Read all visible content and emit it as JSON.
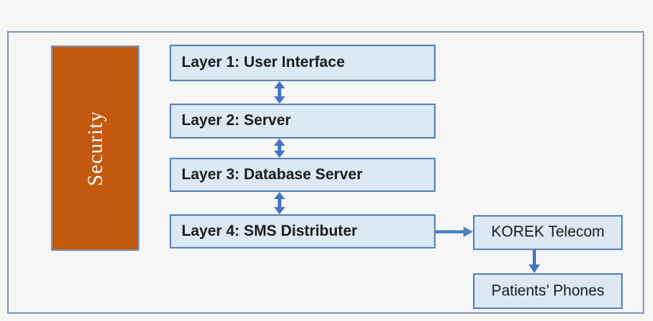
{
  "title": "Four-layer system architecture diagram with security layer",
  "colors": {
    "background": "#f5f5f3",
    "frame_border": "#87a0bb",
    "layer_box_fill": "#dce8f4",
    "layer_box_border": "#5e88b8",
    "security_fill": "#c2590f",
    "security_border": "#8096ad",
    "security_text": "#fdfdfd",
    "arrow_blue": "#4472c4",
    "arrow_light_blue": "#4e82c2",
    "text_dark": "#1b1b1b"
  },
  "security": {
    "label": "Security"
  },
  "layers": [
    {
      "label": "Layer 1: User Interface"
    },
    {
      "label": "Layer 2: Server"
    },
    {
      "label": "Layer 3: Database Server"
    },
    {
      "label": "Layer 4: SMS Distributer"
    }
  ],
  "right_nodes": [
    {
      "label": "KOREK Telecom"
    },
    {
      "label": "Patients’ Phones"
    }
  ],
  "connections": [
    {
      "from": "Layer 1: User Interface",
      "to": "Layer 2: Server",
      "style": "bidirectional-vertical"
    },
    {
      "from": "Layer 2: Server",
      "to": "Layer 3: Database Server",
      "style": "bidirectional-vertical"
    },
    {
      "from": "Layer 3: Database Server",
      "to": "Layer 4: SMS Distributer",
      "style": "bidirectional-vertical"
    },
    {
      "from": "Layer 4: SMS Distributer",
      "to": "KOREK Telecom",
      "style": "single-horizontal"
    },
    {
      "from": "KOREK Telecom",
      "to": "Patients’ Phones",
      "style": "single-vertical"
    }
  ]
}
